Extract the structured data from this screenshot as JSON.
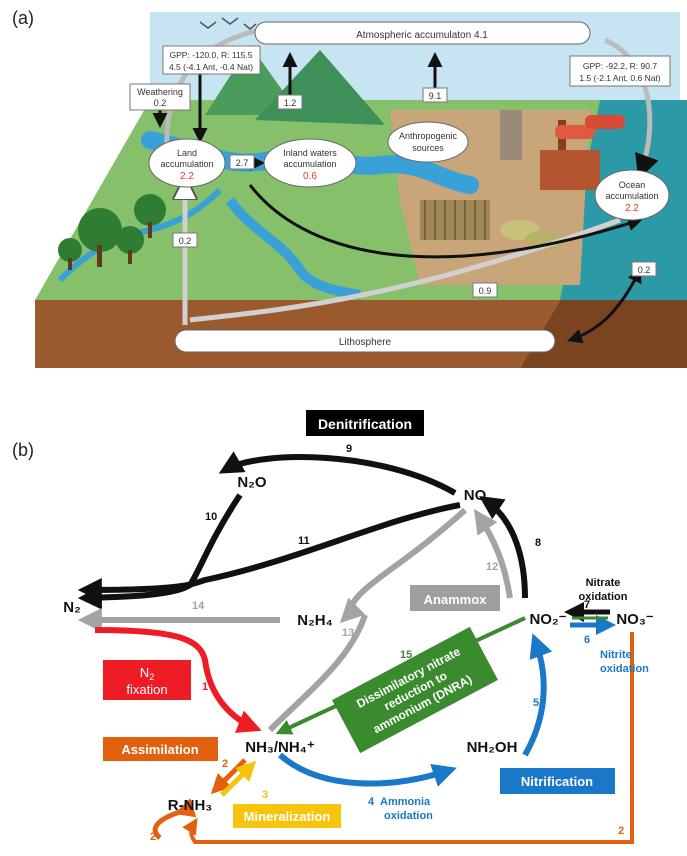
{
  "panel_a": {
    "label": "(a)",
    "atmospheric": "Atmospheric accumulaton 4.1",
    "land_fluxes": {
      "line1": "GPP: -120.0, R: 115.5",
      "line2": "4.5 (-4.1 Ant, -0.4 Nat)"
    },
    "ocean_fluxes": {
      "line1": "GPP: -92.2, R: 90.7",
      "line2": "1.5 (-2.1 Ant, 0.6 Nat)"
    },
    "weathering": {
      "label": "Weathering",
      "value": "0.2"
    },
    "land_accumulation": {
      "label1": "Land",
      "label2": "accumulation",
      "value": "2.2"
    },
    "inland_waters": {
      "label1": "Inland waters",
      "label2": "accumulation",
      "value": "0.6"
    },
    "ocean_accumulation": {
      "label1": "Ocean",
      "label2": "accumulation",
      "value": "2.2"
    },
    "anthropogenic": {
      "label1": "Anthropogenic",
      "label2": "sources"
    },
    "lithosphere": "Lithosphere",
    "values": {
      "v12": "1.2",
      "v91": "9.1",
      "v27": "2.7",
      "v02_land": "0.2",
      "v09": "0.9",
      "v02_ocean": "0.2"
    }
  },
  "panel_b": {
    "label": "(b)",
    "denitrification": "Denitrification",
    "anammox": "Anammox",
    "n2_fixation": {
      "line1": "N",
      "sub": "2",
      "line2": "fixation"
    },
    "assimilation": "Assimilation",
    "mineralization": "Mineralization",
    "nitrification": "Nitrification",
    "dnra": {
      "line1": "Dissimilatory nitrate",
      "line2": "reduction to",
      "line3": "ammonium (DNRA)"
    },
    "nitrate_oxidation": {
      "line1": "Nitrate",
      "line2": "oxidation"
    },
    "nitrite_oxidation": {
      "line1": "Nitrite",
      "line2": "oxidation"
    },
    "ammonia_oxidation": {
      "line1": "Ammonia",
      "line2": "oxidation"
    },
    "species": {
      "n2o": "N₂O",
      "no": "NO",
      "n2": "N₂",
      "n2h4": "N₂H₄",
      "no2": "NO₂⁻",
      "no3": "NO₃⁻",
      "nh3": "NH₃/NH₄⁺",
      "nh2oh": "NH₂OH",
      "rnh3": "R-NH₃"
    },
    "numbers": {
      "n1": "1",
      "n2a": "2",
      "n2b": "2",
      "n2c": "2",
      "n3": "3",
      "n4": "4",
      "n5": "5",
      "n6": "6",
      "n7": "7",
      "n8": "8",
      "n9": "9",
      "n10": "10",
      "n11": "11",
      "n12": "12",
      "n13": "13",
      "n14": "14",
      "n15": "15"
    },
    "colors": {
      "black": "#111111",
      "gray": "#a3a3a3",
      "red": "#ee1c24",
      "orange": "#e2610f",
      "yellow": "#f7c40d",
      "blue": "#1978c8",
      "green": "#3a8a2e"
    }
  }
}
